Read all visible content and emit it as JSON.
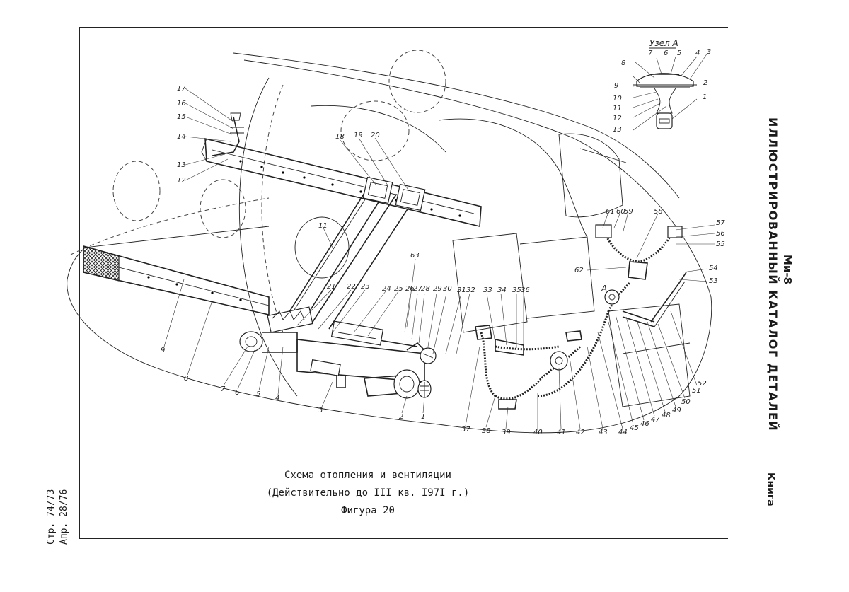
{
  "document": {
    "caption_line1": "Схема отопления и вентиляции",
    "caption_line2": "(Действительно до III кв. I97I г.)",
    "figure_label": "Фигура 20",
    "model": "Ми-8",
    "catalog_title": "ИЛЛЮСТРИРОВАННЫЙ КАТАЛОГ ДЕТАЛЕЙ",
    "book_label": "Книга",
    "page_number": "Стр. 74/73",
    "page_date": "Апр. 28/76"
  },
  "inset": {
    "title": "Узел А",
    "callouts": [
      "7",
      "6",
      "5",
      "4",
      "3",
      "8",
      "2",
      "9",
      "10",
      "11",
      "12",
      "13",
      "1"
    ]
  },
  "diagram": {
    "node_marker": "A",
    "callouts": [
      "17",
      "16",
      "15",
      "14",
      "13",
      "12",
      "18",
      "19",
      "20",
      "11",
      "63",
      "21",
      "22",
      "23",
      "24",
      "25",
      "26",
      "27",
      "28",
      "29",
      "30",
      "31",
      "32",
      "33",
      "34",
      "35",
      "36",
      "9",
      "8",
      "7",
      "6",
      "5",
      "4",
      "3",
      "2",
      "1",
      "37",
      "38",
      "39",
      "40",
      "41",
      "42",
      "43",
      "44",
      "45",
      "46",
      "47",
      "48",
      "49",
      "50",
      "51",
      "52",
      "53",
      "54",
      "55",
      "56",
      "57",
      "58",
      "59",
      "60",
      "61",
      "62"
    ]
  }
}
